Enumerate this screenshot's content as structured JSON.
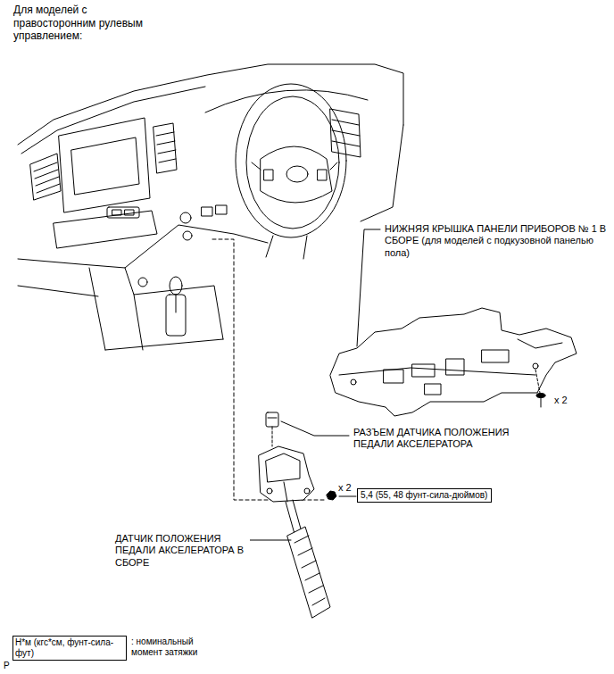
{
  "diagram": {
    "title": "Для моделей с правосторонним рулевым управлением:",
    "nodes": [
      {
        "text": [
          "5,4 (55, 48 фунт-сила-дюймов)"
        ]
      },
      {
        "text": [
          "Н*м (кгс*см, фунт-сила-фут)"
        ]
      }
    ],
    "labels": [
      "НИЖНЯЯ КРЫШКА ПАНЕЛИ ПРИБОРОВ № 1 В СБОРЕ (для моделей с подкузовной панелью пола)",
      "x 2",
      "РАЗЪЕМ ДАТЧИКА ПОЛОЖЕНИЯ ПЕДАЛИ АКСЕЛЕРАТОРА",
      "x 2",
      "ДАТЧИК ПОЛОЖЕНИЯ ПЕДАЛИ АКСЕЛЕРАТОРА В СБОРЕ",
      ": номинальный момент затяжки",
      "P"
    ]
  }
}
